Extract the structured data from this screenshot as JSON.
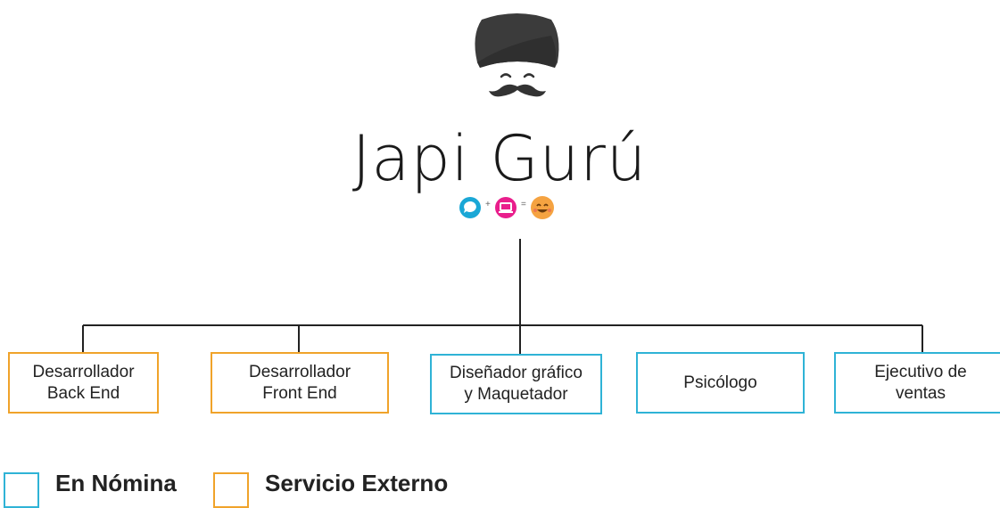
{
  "brand": {
    "title": "Japi Gurú",
    "formula": {
      "plus": "+",
      "equals": "="
    }
  },
  "roles": [
    {
      "label": "Desarrollador\nBack End",
      "type": "external"
    },
    {
      "label": "Desarrollador\nFront End",
      "type": "external"
    },
    {
      "label": "Diseñador gráfico\ny Maquetador",
      "type": "payroll"
    },
    {
      "label": "Psicólogo",
      "type": "payroll"
    },
    {
      "label": "Ejecutivo de\nventas",
      "type": "payroll"
    }
  ],
  "legend": {
    "payroll_label": "En Nómina",
    "external_label": "Servicio Externo"
  },
  "colors": {
    "payroll": "#2fb3d6",
    "external": "#f0a32a",
    "line": "#222222",
    "chat_icon": "#1aa7d6",
    "laptop_icon": "#e91e8c",
    "smile_icon": "#f5a341"
  }
}
